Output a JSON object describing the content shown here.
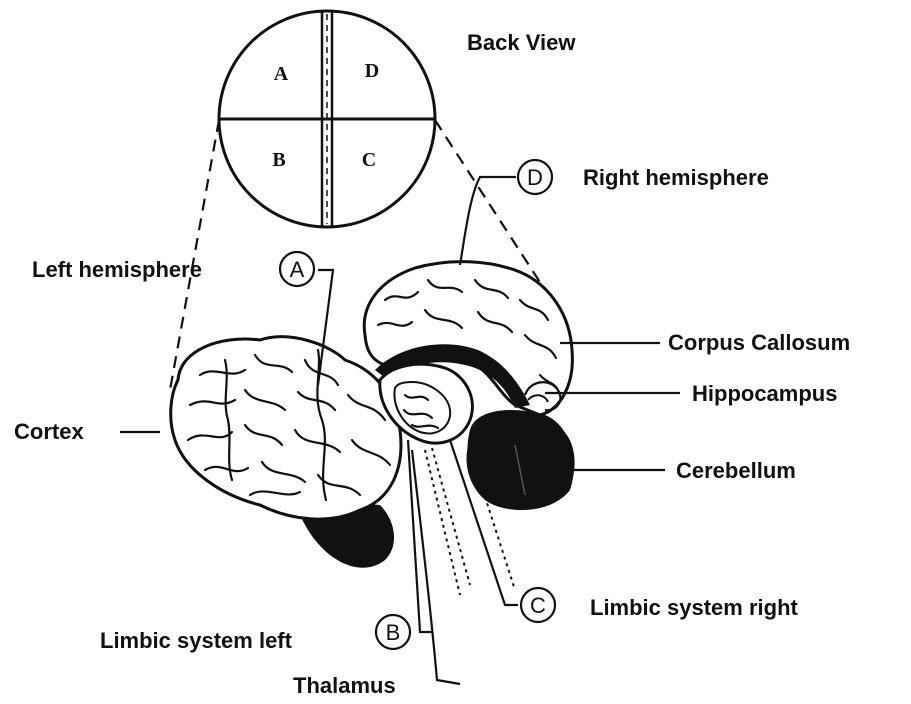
{
  "back_view": {
    "title": "Back View",
    "quadrants": {
      "a": "A",
      "b": "B",
      "c": "C",
      "d": "D"
    }
  },
  "labels": {
    "left_hemisphere": "Left hemisphere",
    "right_hemisphere": "Right hemisphere",
    "cortex": "Cortex",
    "corpus_callosum": "Corpus Callosum",
    "hippocampus": "Hippocampus",
    "cerebellum": "Cerebellum",
    "limbic_left": "Limbic system left",
    "limbic_right": "Limbic system right",
    "thalamus": "Thalamus"
  },
  "markers": {
    "a": "A",
    "b": "B",
    "c": "C",
    "d": "D"
  }
}
